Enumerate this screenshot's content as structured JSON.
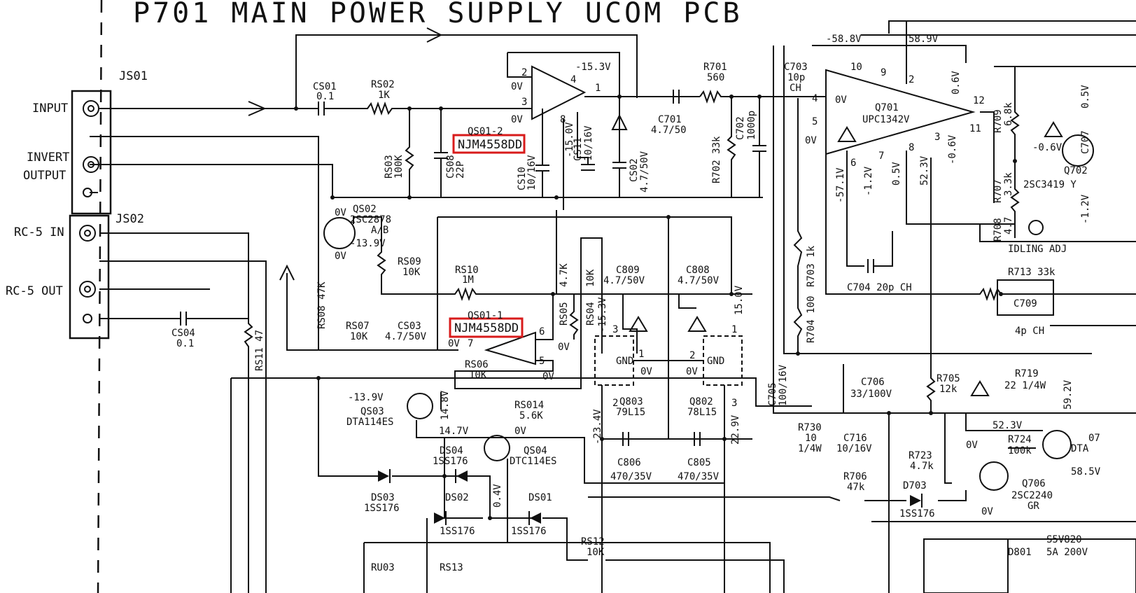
{
  "title": "P701 MAIN POWER SUPPLY UCOM PCB",
  "connectors": {
    "js01": "JS01",
    "js02": "JS02",
    "input": "INPUT",
    "invert": "INVERT",
    "output": "OUTPUT",
    "rc5_in": "RC-5 IN",
    "rc5_out": "RC-5 OUT"
  },
  "highlights": {
    "upper_ic": "NJM4558DD",
    "lower_ic": "NJM4558DD"
  },
  "labels": {
    "cs01": "CS01",
    "cs01_v": "0.1",
    "rs02": "RS02",
    "rs02_v": "1K",
    "rs03": "RS03",
    "rs03_v": "100K",
    "cs08": "CS08",
    "cs08_v": "22P",
    "qs01_2": "QS01-2",
    "cs10": "CS10",
    "cs10_v": "10/16V",
    "cs11": "CS11",
    "cs11_v": "10/16V",
    "cs02": "CS02",
    "cs02_v": "4.7/50V",
    "v_m153": "-15.3V",
    "v_m150": "-15.0V",
    "r701": "R701",
    "r701_v": "560",
    "c701": "C701",
    "c701_v": "4.7/50",
    "r702": "R702 33k",
    "c702": "C702",
    "c702_v": "1000p",
    "c703": "C703",
    "c703_v": "10p",
    "c703_ch": "CH",
    "q701": "Q701",
    "q701_v": "UPC1342V",
    "v_m588": "-58.8V",
    "v_589": "58.9V",
    "v_m571": "-57.1V",
    "v_m12": "-1.2V",
    "v_05": "0.5V",
    "v_523": "52.3V",
    "v_m06": "-0.6V",
    "v_06": "0.6V",
    "r709": "R709",
    "r709_v": "6.8k",
    "r707": "R707",
    "r707_v": "3.3k",
    "r708": "R708",
    "r708_v": "4.7",
    "q702": "Q702",
    "q702_v": "2SC3419 Y",
    "idling": "IDLING ADJ",
    "c704": "C704  20p CH",
    "r713": "R713 33k",
    "c709": "C709",
    "c709_v": "4p CH",
    "qs02": "QS02",
    "qs02_v": "2SC2878",
    "qs02_r": "A/B",
    "v_m139": "-13.9V",
    "rs09": "RS09",
    "rs09_v": "10K",
    "rs10": "RS10",
    "rs10_v": "1M",
    "rs08": "RS08 47K",
    "rs05": "RS05",
    "rs05_v": "4.7K",
    "rs04": "RS04",
    "rs04_v": "10K",
    "c809": "C809",
    "c809_v": "4.7/50V",
    "c808": "C808",
    "c808_v": "4.7/50V",
    "qs01_1": "QS01-1",
    "rs07": "RS07",
    "rs07_v": "10K",
    "cs03": "CS03",
    "cs03_v": "4.7/50V",
    "rs06": "RS06",
    "rs06_v": "10K",
    "rs014": "RS014",
    "rs014_v": "5.6K",
    "cs04": "CS04",
    "cs04_v": "0.1",
    "rs11": "RS11 47",
    "q803": "Q803",
    "q803_v": "79L15",
    "q802": "Q802",
    "q802_v": "78L15",
    "v_m153b": "-15.3V",
    "v_150": "15.0V",
    "c806": "C806",
    "c806_v": "470/35V",
    "c805": "C805",
    "c805_v": "470/35V",
    "v_m234": "-23.4V",
    "v_229": "22.9V",
    "qs03": "QS03",
    "qs03_v": "DTA114ES",
    "v_m139b": "-13.9V",
    "v_148": "14.8V",
    "v_147": "14.7V",
    "ds04": "DS04",
    "ds04_v": "1SS176",
    "qs04": "QS04",
    "qs04_v": "DTC114ES",
    "ds03": "DS03",
    "ds03_v": "1SS176",
    "ds02": "DS02",
    "ds02_v": "1SS176",
    "ds01": "DS01",
    "ds01_v": "1SS176",
    "v_04": "0.4V",
    "rs12": "RS12",
    "rs12_v": "10K",
    "ru03": "RU03",
    "rs13": "RS13",
    "r703": "R703 1k",
    "r704": "R704 100",
    "c705": "C705",
    "c705_v": "100/16V",
    "c706": "C706",
    "c706_v": "33/100V",
    "r705": "R705",
    "r705_v": "12k",
    "r719": "R719",
    "r719_v": "22 1/4W",
    "v_592": "59.2V",
    "r730": "R730",
    "r730_v": "10",
    "r730_w": "1/4W",
    "c716": "C716",
    "c716_v": "10/16V",
    "r723": "R723",
    "r723_v": "4.7k",
    "r724": "R724",
    "r724_v": "100k",
    "v_523b": "52.3V",
    "v_585": "58.5V",
    "r706": "R706",
    "r706_v": "47k",
    "d703": "D703",
    "d703_v": "1SS176",
    "q706": "Q706",
    "q706_v": "2SC2240",
    "q706_gr": "GR",
    "s5v820": "S5V820",
    "d801": "D801",
    "d801_v": "5A 200V",
    "v0": "0V",
    "gnd": "GND",
    "c707": "C707",
    "q707": "07",
    "q707_v": "DTA"
  }
}
